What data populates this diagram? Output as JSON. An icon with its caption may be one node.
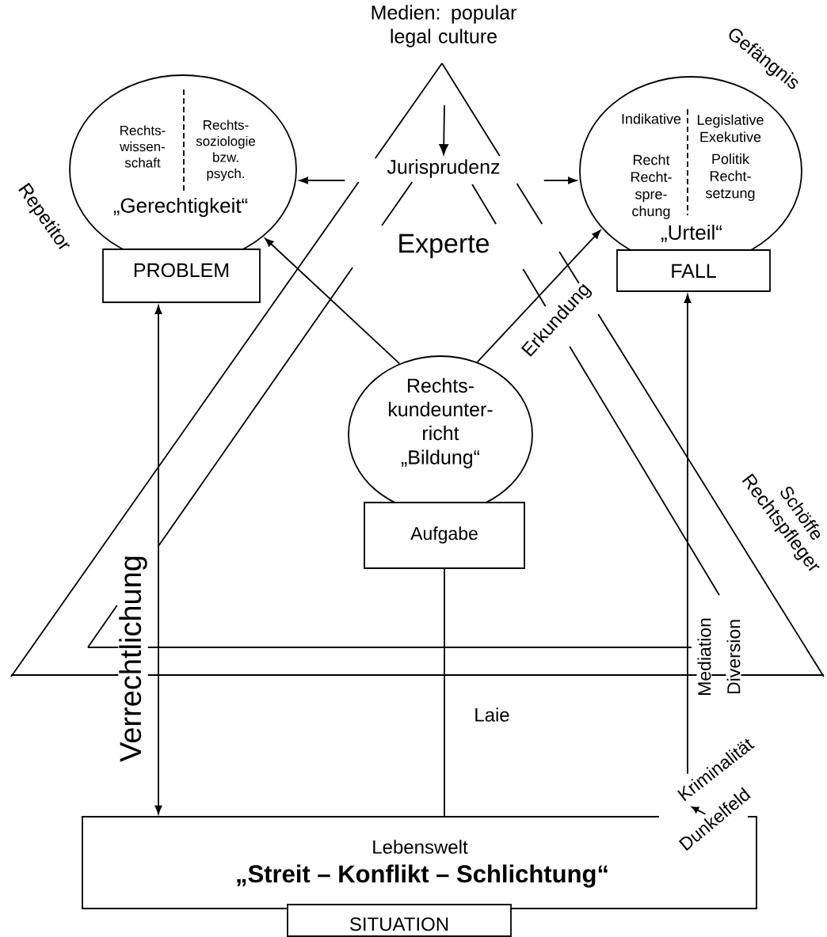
{
  "diagram": {
    "nodes": [
      {
        "text": [
          "Rechts- wissen- schaft",
          "Rechts- soziologie bzw. psych.",
          "„Gerechtigkeit“"
        ]
      },
      {
        "text": [
          "PROBLEM"
        ]
      },
      {
        "text": [
          "Indikative",
          "Legislative Exekutive",
          "Recht Recht- spre- chung",
          "Politik Recht- setzung",
          "„Urteil“"
        ]
      },
      {
        "text": [
          "FALL"
        ]
      },
      {
        "text": [
          "Rechts- kundeunter- richt",
          "„Bildung“"
        ]
      },
      {
        "text": [
          "Aufgabe"
        ]
      },
      {
        "text": [
          "Lebenswelt",
          "„Streit – Konflikt – Schlichtung“"
        ]
      },
      {
        "text": [
          "SITUATION"
        ]
      },
      {
        "text": [
          "Jurisprudenz"
        ]
      },
      {
        "text": [
          "Kriminalität"
        ]
      },
      {
        "text": [
          "Dunkelfeld"
        ]
      }
    ],
    "edges": [
      {
        "from": 8,
        "to": 0,
        "arrow": "to"
      },
      {
        "from": 8,
        "to": 2,
        "arrow": "to"
      },
      {
        "from": null,
        "to": 8,
        "arrow": "to"
      },
      {
        "from": 4,
        "to": 0,
        "arrow": "to"
      },
      {
        "from": 4,
        "to": 2,
        "arrow": "to"
      },
      {
        "from": 1,
        "to": 6,
        "arrow": "both"
      },
      {
        "from": 5,
        "to": 6,
        "arrow": "none"
      },
      {
        "from": 9,
        "to": 3,
        "arrow": "to"
      },
      {
        "from": 10,
        "to": 9,
        "arrow": "to"
      }
    ],
    "labels": [
      "Medien: popular legal culture",
      "Gefängnis",
      "Repetitor",
      "Experte",
      "Erkundung",
      "Schöffe",
      "Rechtspfleger",
      "Verrechtlichung",
      "Mediation",
      "Diversion",
      "Laie"
    ]
  }
}
